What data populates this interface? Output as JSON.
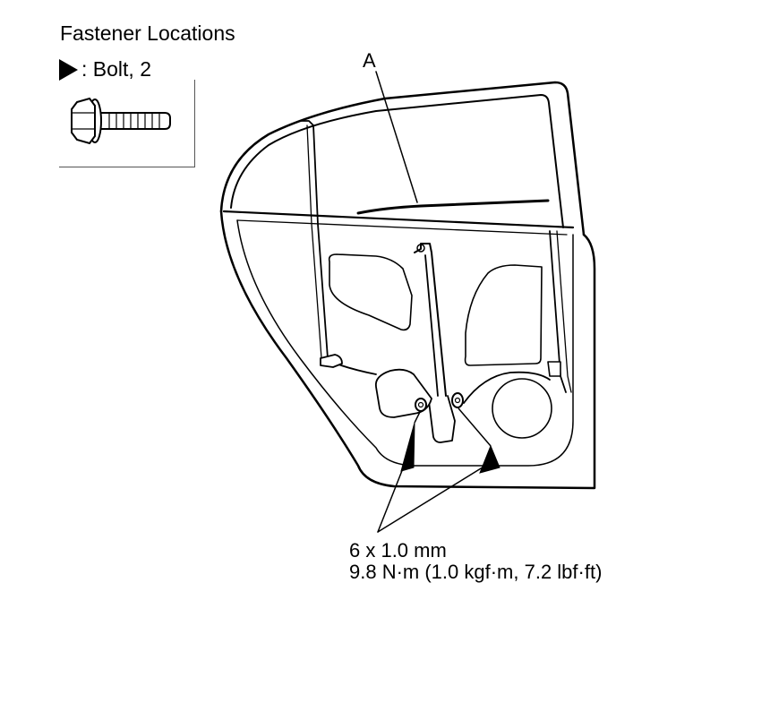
{
  "title": "Fastener Locations",
  "legend": {
    "symbol": "filled-triangle-icon",
    "text": ": Bolt, 2"
  },
  "callout_label": "A",
  "torque_spec": {
    "size": "6 x 1.0 mm",
    "torque": "9.8 N·m (1.0 kgf·m, 7.2 lbf·ft)"
  }
}
